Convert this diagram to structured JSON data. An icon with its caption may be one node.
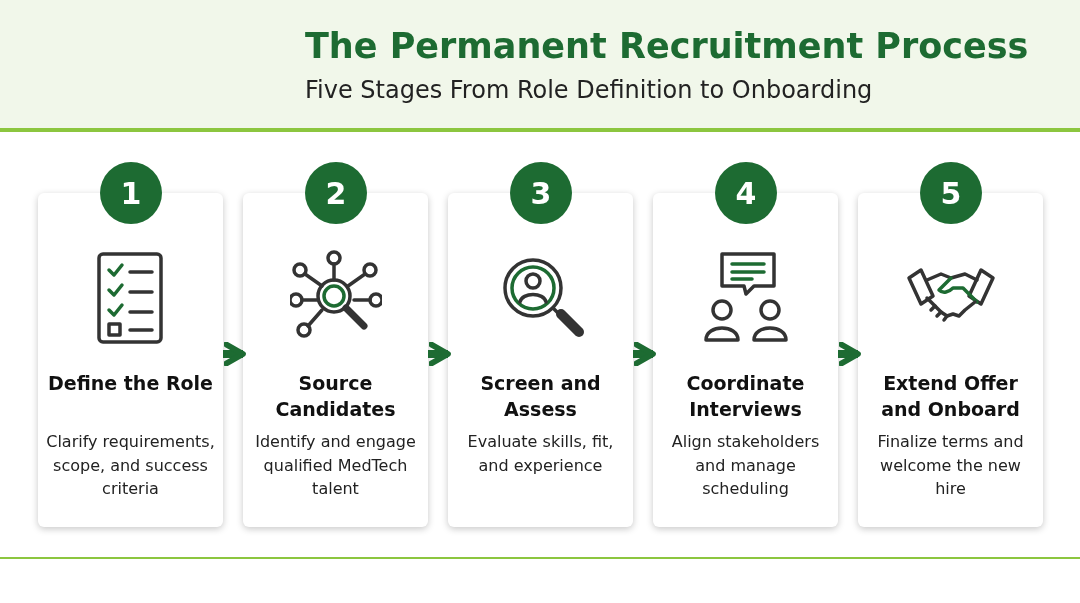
{
  "diagram": {
    "title": "The Permanent Recruitment Process",
    "nodes": [
      {
        "text": [
          "1",
          "Define the Role",
          "Clarify requirements, scope, and success criteria"
        ]
      },
      {
        "text": [
          "2",
          "Source Candidates",
          "Identify and engage qualified MedTech talent"
        ]
      },
      {
        "text": [
          "3",
          "Screen and Assess",
          "Evaluate skills, fit, and experience"
        ]
      },
      {
        "text": [
          "4",
          "Coordinate Interviews",
          "Align stakeholders and manage scheduling"
        ]
      },
      {
        "text": [
          "5",
          "Extend Offer and Onboard",
          "Finalize terms and welcome the new hire"
        ]
      }
    ],
    "edges": [
      {
        "from": 0,
        "to": 1,
        "arrow": "to"
      },
      {
        "from": 1,
        "to": 2,
        "arrow": "to"
      },
      {
        "from": 2,
        "to": 3,
        "arrow": "to"
      },
      {
        "from": 3,
        "to": 4,
        "arrow": "to"
      }
    ],
    "labels": [
      "Five Stages From Role Definition to Onboarding"
    ]
  }
}
